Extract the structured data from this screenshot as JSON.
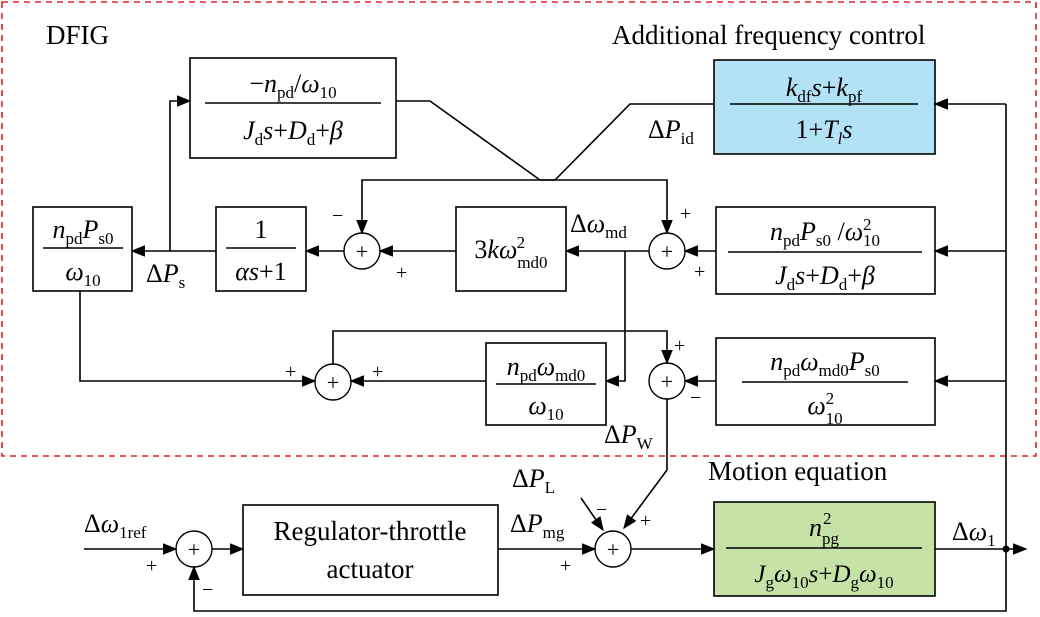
{
  "labels": {
    "dfig": "DFIG",
    "afc": "Additional frequency control",
    "motion": "Motion equation",
    "regulator_line1": "Regulator-throttle",
    "regulator_line2": "actuator"
  },
  "colors": {
    "afc_block": "#b3e1f5",
    "motion_block": "#c6e2a6",
    "dashed_border": "#e02020"
  }
}
